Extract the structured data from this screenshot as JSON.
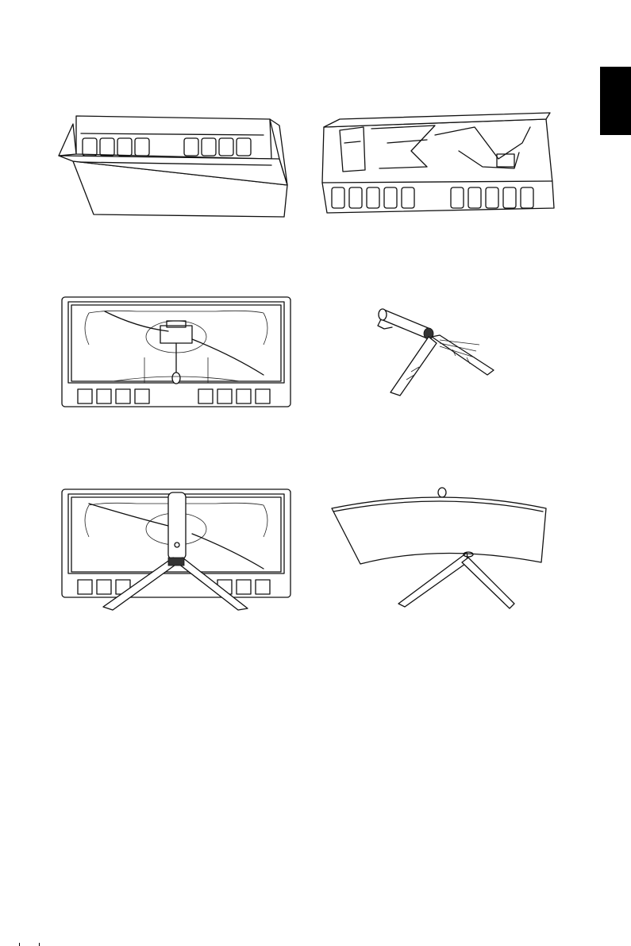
{
  "section_tab": {
    "color": "#000000"
  },
  "steps": [
    {
      "name": "step-1-open-box"
    },
    {
      "name": "step-2-remove-foam-tray"
    },
    {
      "name": "step-3-monitor-back-in-tray"
    },
    {
      "name": "step-4-stand-assembly"
    },
    {
      "name": "step-5-attach-stand"
    },
    {
      "name": "step-6-assembled-monitor"
    }
  ]
}
